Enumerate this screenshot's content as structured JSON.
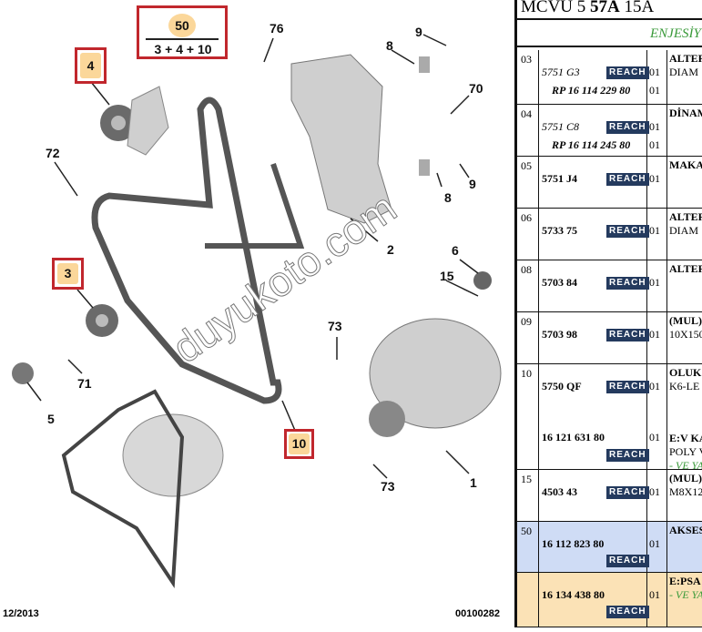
{
  "diagram": {
    "callouts": [
      "76",
      "9",
      "8",
      "70",
      "9",
      "8",
      "72",
      "2",
      "6",
      "15",
      "73",
      "71",
      "5",
      "73",
      "1"
    ],
    "boxed_callouts": [
      "4",
      "3",
      "10"
    ],
    "kit": {
      "number": "50",
      "composition": "3 + 4 + 10"
    },
    "watermark": "duyukoto.com",
    "date": "12/2013",
    "code": "00100282"
  },
  "table": {
    "title_parts": [
      "MCVU 5 ",
      "57A",
      " 15A"
    ],
    "section": "ENJESİY",
    "reach_label": "REACH",
    "rows": [
      {
        "ref": "03",
        "parts": [
          {
            "no": "5751 G3",
            "qty": "01",
            "reach": true,
            "style": "i"
          },
          {
            "no": "RP 16 114 229 80",
            "qty": "01",
            "style": "bi"
          }
        ],
        "desc": [
          "ALTER",
          "DIAM"
        ]
      },
      {
        "ref": "04",
        "parts": [
          {
            "no": "5751 C8",
            "qty": "01",
            "reach": true,
            "style": "i"
          },
          {
            "no": "RP 16 114 245 80",
            "qty": "01",
            "style": "bi"
          }
        ],
        "desc": [
          "DİNAM"
        ]
      },
      {
        "ref": "05",
        "parts": [
          {
            "no": "5751 J4",
            "qty": "01",
            "reach": true
          }
        ],
        "desc": [
          "MAKA"
        ]
      },
      {
        "ref": "06",
        "parts": [
          {
            "no": "5733 75",
            "qty": "01",
            "reach": true
          }
        ],
        "desc": [
          "ALTER",
          "DIAM"
        ]
      },
      {
        "ref": "08",
        "parts": [
          {
            "no": "5703 84",
            "qty": "01",
            "reach": true
          }
        ],
        "desc": [
          "ALTER"
        ]
      },
      {
        "ref": "09",
        "parts": [
          {
            "no": "5703 98",
            "qty": "01",
            "reach": true
          }
        ],
        "desc": [
          "(MUL)",
          "10X150"
        ]
      },
      {
        "ref": "10",
        "parts": [
          {
            "no": "5750 QF",
            "qty": "01",
            "reach": true
          },
          {
            "no": "16 121 631 80",
            "qty": "01",
            "reach": true
          }
        ],
        "desc": [
          "OLUK",
          "K6-LE",
          "E:V KA",
          "POLY V",
          "- VE YA"
        ]
      },
      {
        "ref": "15",
        "parts": [
          {
            "no": "4503 43",
            "qty": "01",
            "reach": true
          }
        ],
        "desc": [
          "(MUL)",
          "M8X12"
        ]
      },
      {
        "ref": "50",
        "parts": [
          {
            "no": "16 112 823 80",
            "qty": "01",
            "reach": true
          }
        ],
        "desc": [
          "AKSES"
        ]
      },
      {
        "ref": "",
        "parts": [
          {
            "no": "16 134 438 80",
            "qty": "01",
            "reach": true
          }
        ],
        "desc": [
          "E:PSA",
          "- VE YA"
        ]
      }
    ]
  },
  "colors": {
    "blue_row": "#cfdcf5",
    "orange_row": "#fbe2b6",
    "reach_bg": "#243a5e",
    "box_red": "#c1272d"
  }
}
